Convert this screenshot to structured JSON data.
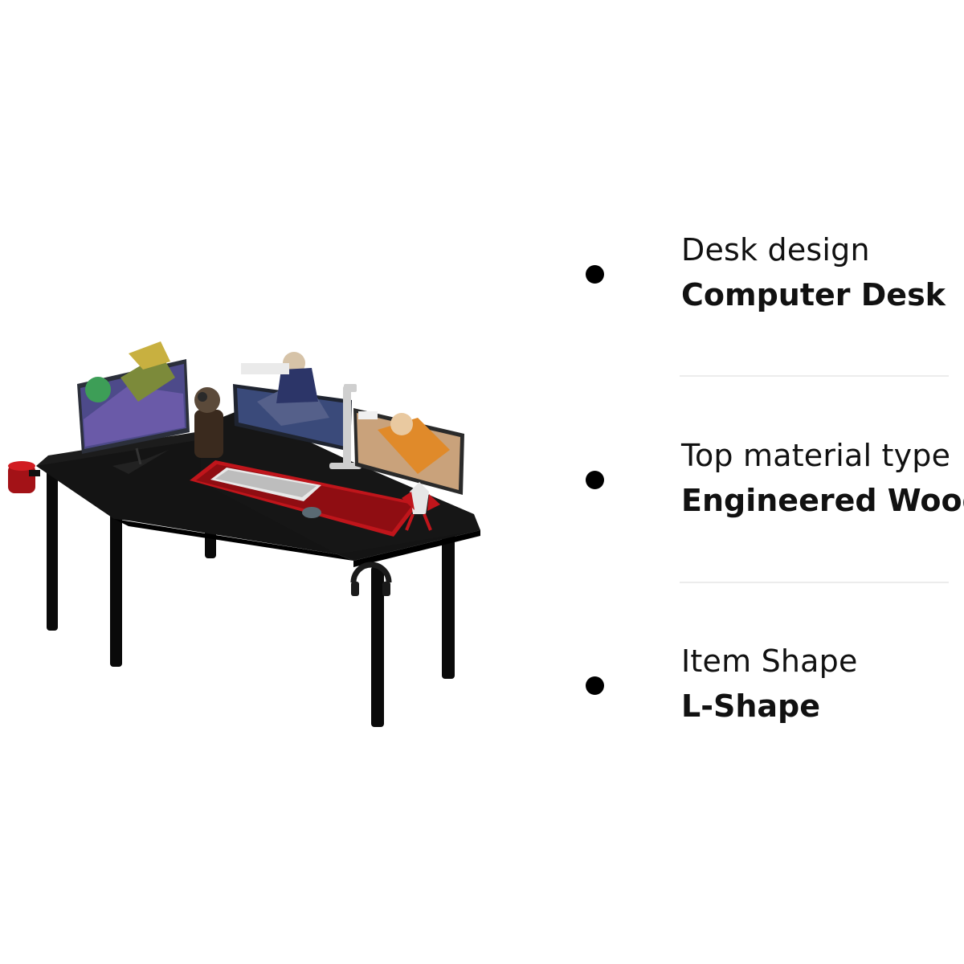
{
  "specs": [
    {
      "label": "Desk design",
      "value": "Computer Desk"
    },
    {
      "label": "Top material type",
      "value": "Engineered Wood"
    },
    {
      "label": "Item Shape",
      "value": "L-Shape"
    }
  ],
  "colors": {
    "desk_top": "#111111",
    "desk_legs": "#0a0a0a",
    "mousepad": "#c0151b",
    "divider": "#ececec",
    "bullet": "#000000"
  },
  "icons": [
    "bullet-dot",
    "l-shaped-desk-illustration"
  ]
}
